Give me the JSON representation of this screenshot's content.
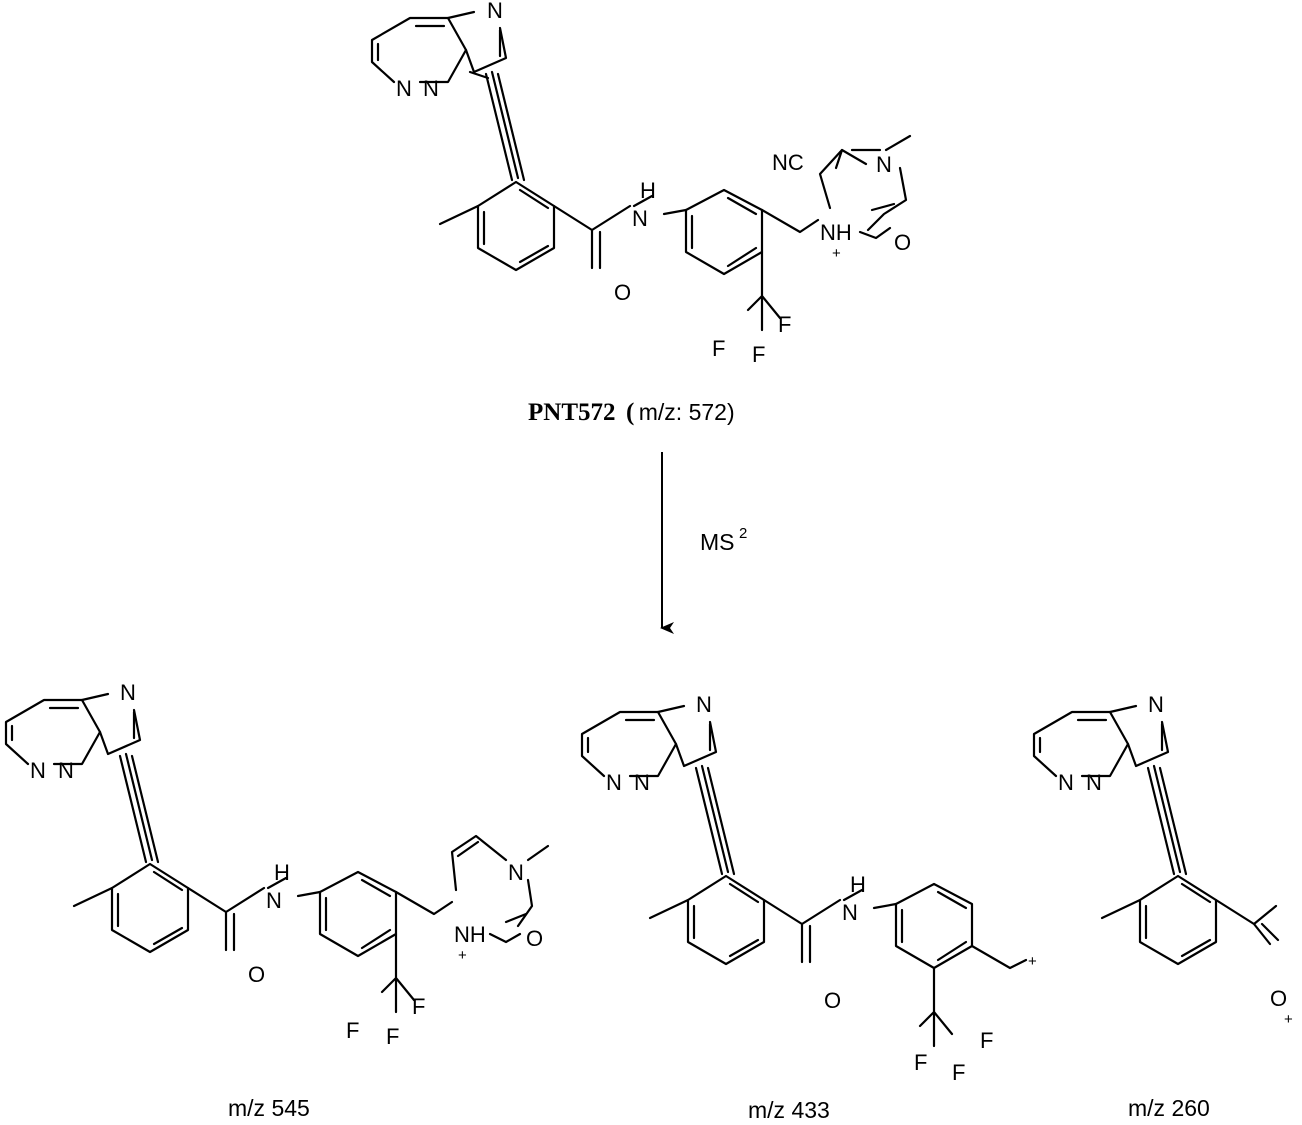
{
  "scheme": {
    "parent": {
      "name": "PNT572",
      "mz_label": "(m/z: 572)",
      "open_paren": "(",
      "mz_text": "m/z: 572)"
    },
    "arrow": {
      "label_base": "MS",
      "label_sup": "2"
    },
    "products": [
      {
        "label": "m/z 545"
      },
      {
        "label": "m/z 433"
      },
      {
        "label": "m/z 260"
      }
    ],
    "atoms": {
      "N": "N",
      "NH": "NH",
      "H": "H",
      "O": "O",
      "F": "F",
      "NC": "NC",
      "plus": "+"
    }
  }
}
